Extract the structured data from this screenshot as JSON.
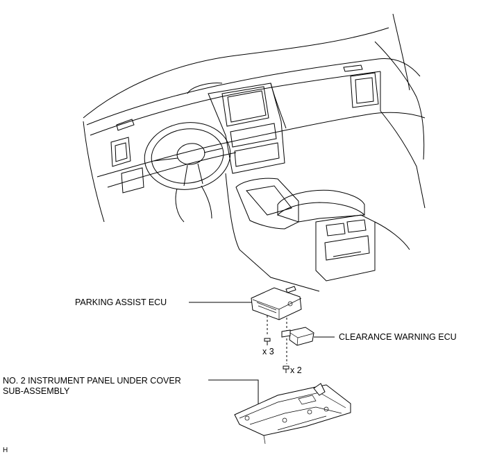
{
  "labels": {
    "parking_assist_ecu": "PARKING ASSIST ECU",
    "clearance_warning_ecu": "CLEARANCE WARNING ECU",
    "under_cover_line1": "NO. 2 INSTRUMENT PANEL UNDER COVER",
    "under_cover_line2": "SUB-ASSEMBLY"
  },
  "counts": {
    "bolt_a": "x 3",
    "bolt_b": "x 2"
  },
  "corner_mark": "H",
  "icons": [
    "dashboard-illustration",
    "ecu-icon",
    "bolt-icon",
    "under-cover-icon"
  ]
}
